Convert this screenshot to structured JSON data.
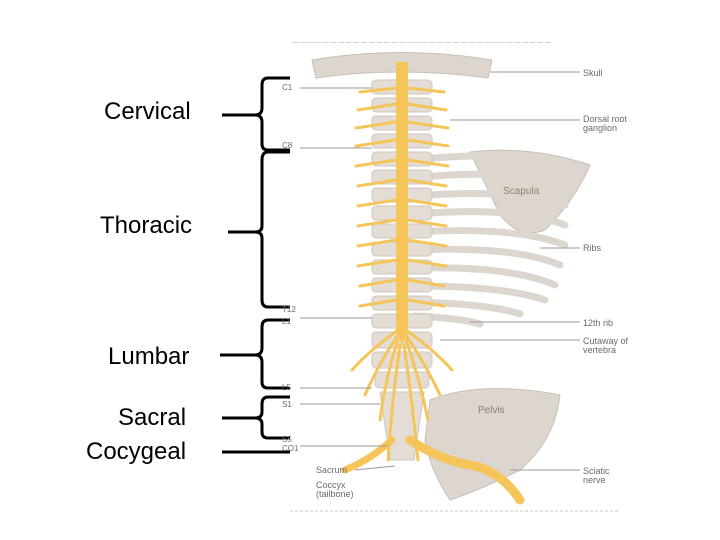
{
  "regions": [
    {
      "label": "Cervical"
    },
    {
      "label": "Thoracic"
    },
    {
      "label": "Lumbar"
    },
    {
      "label": "Sacral"
    },
    {
      "label": "Cocygeal"
    }
  ],
  "vertebra_labels": [
    "C1",
    "C8",
    "T12",
    "L1",
    "L5",
    "S1",
    "S5",
    "CO1"
  ],
  "right_labels": {
    "skull": "Skull",
    "drg_line1": "Dorsal root",
    "drg_line2": "ganglion",
    "ribs": "Ribs",
    "rib12": "12th rib",
    "cutaway_line1": "Cutaway of",
    "cutaway_line2": "vertebra",
    "sciatic_line1": "Sciatic",
    "sciatic_line2": "nerve"
  },
  "left_bottom_labels": {
    "sacrum": "Sacrum",
    "coccyx_line1": "Coccyx",
    "coccyx_line2": "(tailbone)"
  },
  "inner_labels": {
    "scapula": "Scapula",
    "pelvis": "Pelvis"
  },
  "colors": {
    "nerve": "#f5c55a",
    "bone": "#ddd6cf",
    "bone_dark": "#c9bfb6",
    "text": "#000000"
  }
}
